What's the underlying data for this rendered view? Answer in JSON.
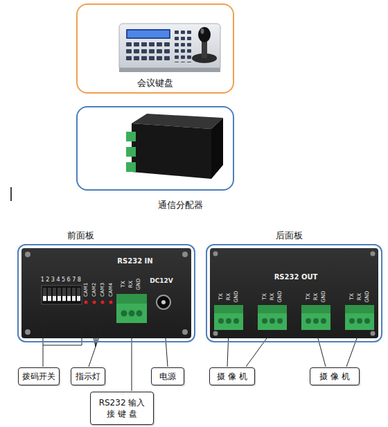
{
  "diagram": {
    "nodes": [
      {
        "text": [
          "会议键盘"
        ]
      },
      {
        "text": [
          "通信分配器"
        ]
      },
      {
        "text": [
          "前面板"
        ]
      },
      {
        "text": [
          "后面板"
        ]
      },
      {
        "text": [
          "拨码开关"
        ]
      },
      {
        "text": [
          "指示灯"
        ]
      },
      {
        "text": [
          "电源"
        ]
      },
      {
        "text": [
          "RS232 输入 接 键 盘"
        ]
      },
      {
        "text": [
          "摄 像 机"
        ]
      },
      {
        "text": [
          "摄 像 机"
        ]
      }
    ],
    "labels": [
      "12345678",
      "CAM1",
      "CAM2",
      "CAM3",
      "CAM4",
      "RS232 IN",
      "TX",
      "RX",
      "GND",
      "DC12V",
      "RS232 OUT",
      "TX",
      "RX",
      "GND",
      "TX",
      "RX",
      "GND",
      "TX",
      "RX",
      "GND",
      "TX",
      "RX",
      "GND"
    ]
  }
}
